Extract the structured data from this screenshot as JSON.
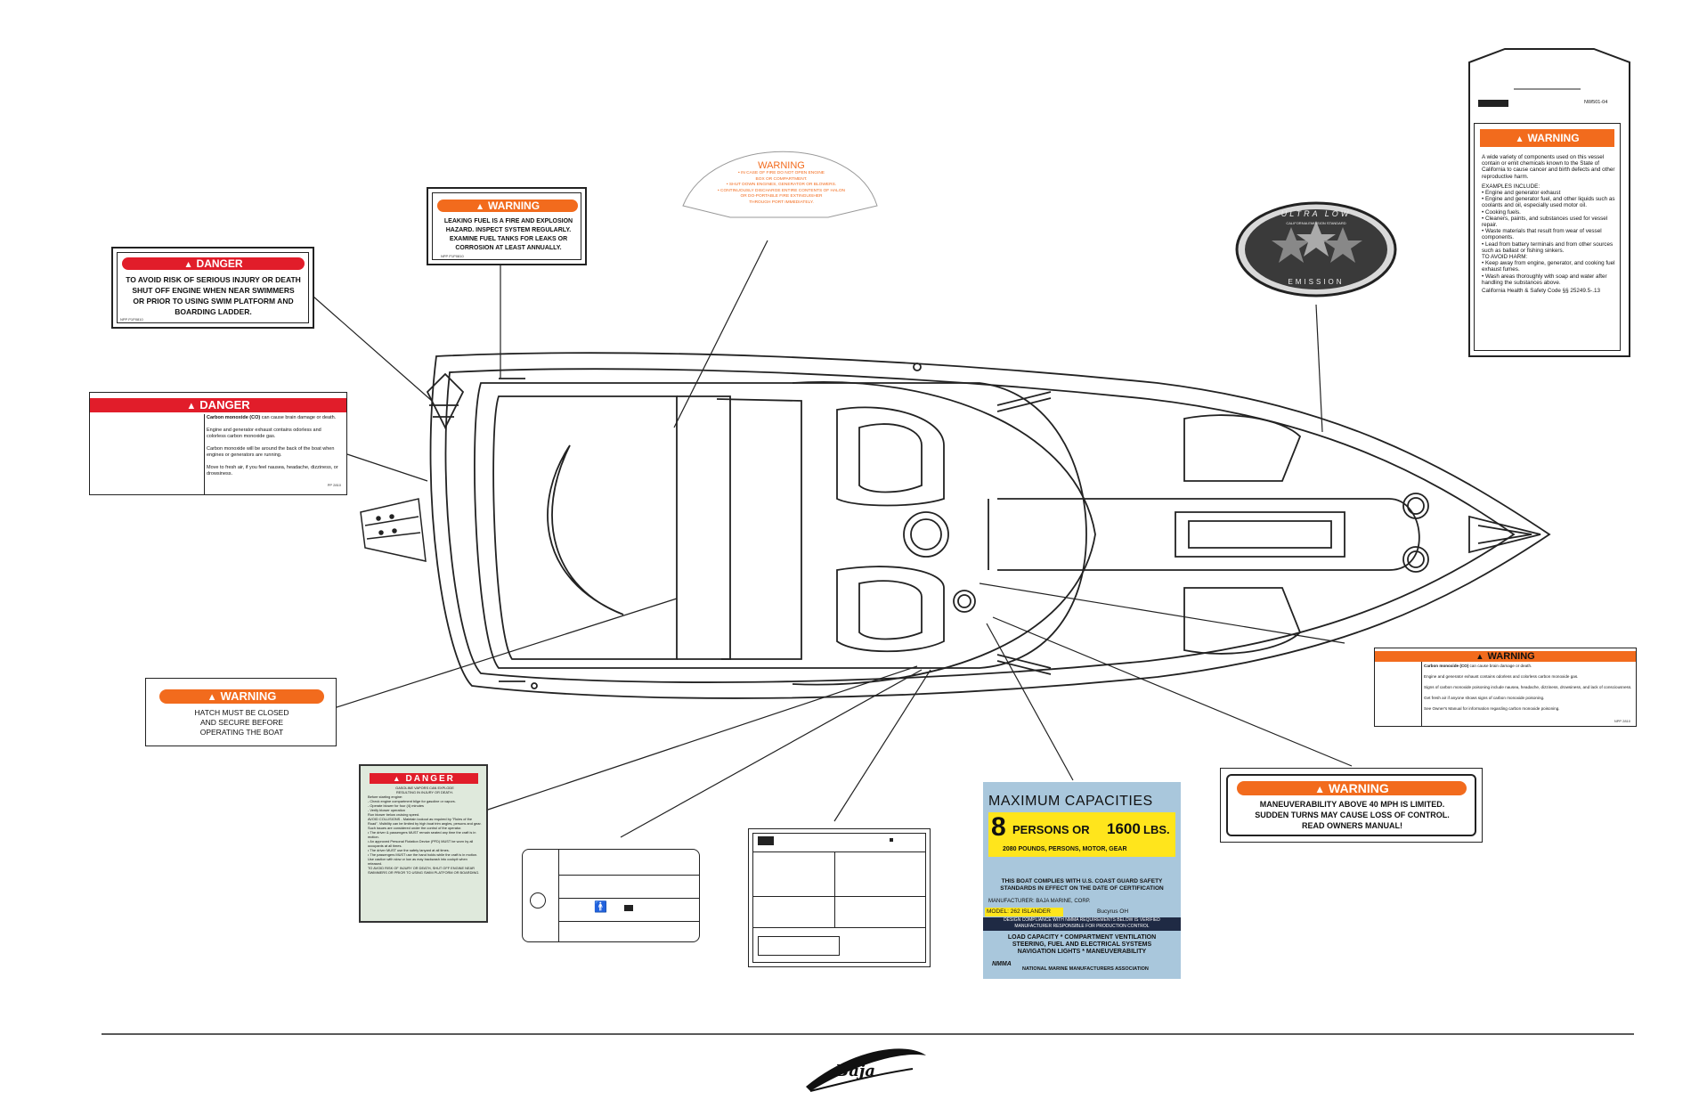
{
  "danger_swim": {
    "header": "DANGER",
    "lines": [
      "TO AVOID RISK OF SERIOUS INJURY OR DEATH",
      "SHUT OFF ENGINE WHEN NEAR SWIMMERS",
      "OR PRIOR TO USING SWIM PLATFORM AND",
      "BOARDING LADDER."
    ],
    "code": "NPP P1P0810"
  },
  "warning_fuel": {
    "header": "WARNING",
    "lines": [
      "LEAKING FUEL IS A FIRE AND EXPLOSION",
      "HAZARD. INSPECT SYSTEM REGULARLY.",
      "EXAMINE FUEL TANKS FOR LEAKS OR",
      "CORROSION AT LEAST ANNUALLY."
    ],
    "code": "NPP P1P0810"
  },
  "warning_fire": {
    "header": "WARNING",
    "lines": [
      "• IN CASE OF FIRE DO NOT OPEN ENGINE",
      "BOX OR COMPARTMENT.",
      "• SHUT DOWN ENGINES, GENERATOR OR BLOWERS.",
      "• CONTINUOUSLY DISCHARGE ENTIRE CONTENTS OF HALON",
      "OR DO-PORTABLE FIRE EXTINGUISHER",
      "THROUGH PORT IMMEDIATELY."
    ]
  },
  "danger_co": {
    "header": "DANGER",
    "bold_lead": "Carbon monoxide (CO)",
    "lines": [
      " can cause brain damage or death.",
      "Engine and generator exhaust contains odorless and colorless carbon monoxide gas.",
      "Carbon monoxide will be around the back of the boat when engines or generators are running.",
      "Move to fresh air, if you feel nausea, headache, dizziness, or drowsiness."
    ],
    "code": "PP 2810"
  },
  "warning_hatch": {
    "header": "WARNING",
    "lines": [
      "HATCH MUST BE CLOSED",
      "AND SECURE BEFORE",
      "OPERATING THE BOAT"
    ]
  },
  "danger_gasoline": {
    "header": "DANGER",
    "lines": [
      "GASOLINE VAPORS CAN EXPLODE",
      "RESULTING IN INJURY OR DEATH.",
      "Before starting engine:",
      "- Check engine compartment bilge for gasoline or vapors.",
      "- Operate blower for four (4) minutes",
      "- Verify blower operation",
      "Run blower below cruising speed.",
      "AVOID COLLISIONS - Maintain lookout as required by \"Rules of the Road\". Visibility can be limited by high boat trim angles, persons and gear. Such issues are considered under the control of the operator.",
      "• The driver & passengers MUST remain seated any time the craft is in motion.",
      "• An approved Personal Flotation Device (PFD) MUST be worn by all occupants at all times.",
      "• The driver MUST use the safety lanyard at all times.",
      "• The passengers MUST use the hand holds while the craft is in motion.",
      "Use caution with slow or low as may backwash into cockpit when released.",
      "TO AVOID RISK OF INJURY OR DEATH, SHUT OFF ENGINE NEAR SWIMMERS OR PRIOR TO USING SWIM PLATFORM OR BOARDING."
    ]
  },
  "ca_prop65": {
    "tag_code": "NW501-04",
    "header": "WARNING",
    "lines": [
      "A wide variety of components used on this vessel contain or emit chemicals known to the State of California to cause cancer and birth defects and other reproductive harm.",
      "EXAMPLES INCLUDE:",
      "• Engine and generator exhaust",
      "• Engine and generator fuel, and other liquids such as coolants and oil, especially used motor oil.",
      "• Cooking fuels.",
      "• Cleaners, paints, and substances used for vessel repair.",
      "• Waste materials that result from wear of vessel components.",
      "• Lead from battery terminals and from other sources such as ballast or fishing sinkers.",
      "TO AVOID HARM:",
      "• Keep away from engine, generator, and cooking fuel exhaust fumes.",
      "• Wash areas thoroughly with soap and water after handling the substances above.",
      "California Health & Safety Code §§ 25249.5-.13"
    ]
  },
  "emission_badge": {
    "top": "ULTRA LOW",
    "ring": "CALIFORNIA EMISSION STANDARD",
    "bottom": "EMISSION"
  },
  "warning_co2": {
    "header": "WARNING",
    "bold_lead": "Carbon monoxide (CO)",
    "lines": [
      " can cause brain damage or death.",
      "Engine and generator exhaust contains odorless and colorless carbon monoxide gas.",
      "Signs of carbon monoxide poisoning include nausea, headache, dizziness, drowsiness, and lack of consciousness.",
      "Get fresh air if anyone shows signs of carbon monoxide poisoning.",
      "See Owner's Manual for information regarding carbon monoxide poisoning."
    ],
    "code": "NPP 2810"
  },
  "warning_maneuver": {
    "header": "WARNING",
    "lines": [
      "MANEUVERABILITY ABOVE 40  MPH IS LIMITED.",
      "SUDDEN TURNS MAY CAUSE LOSS OF CONTROL.",
      "READ OWNERS MANUAL!"
    ]
  },
  "capacities": {
    "title": "MAXIMUM CAPACITIES",
    "persons_num": "8",
    "persons_text": "PERSONS OR",
    "lbs_num": "1600",
    "lbs_text": "LBS.",
    "sub": "2080 POUNDS, PERSONS, MOTOR, GEAR",
    "comply": [
      "THIS BOAT COMPLIES WITH U.S. COAST GUARD SAFETY",
      "STANDARDS IN EFFECT ON THE DATE OF CERTIFICATION"
    ],
    "manufacturer": "MANUFACTURER:  BAJA MARINE, CORP.",
    "model": "MODEL: 262 ISLANDER",
    "location": "Bucyrus OH",
    "design": [
      "DESIGN COMPLIANCE WITH NMMA REQUIREMENTS BELOW IS VERIFIED",
      "MANUFACTURER RESPONSIBLE FOR PRODUCTION CONTROL"
    ],
    "systems": [
      "LOAD CAPACITY * COMPARTMENT VENTILATION",
      "STEERING, FUEL AND ELECTRICAL SYSTEMS",
      "NAVIGATION LIGHTS * MANEUVERABILITY"
    ],
    "nmma": "NMMA",
    "assoc": "NATIONAL MARINE MANUFACTURERS ASSOCIATION"
  },
  "logo": "Baja"
}
